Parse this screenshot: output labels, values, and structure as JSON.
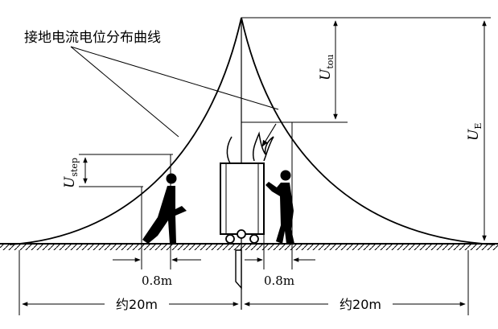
{
  "title_label": "接地电流电位分布曲线",
  "labels": {
    "u_tou_main": "U",
    "u_tou_sub": "tou",
    "u_e_main": "U",
    "u_e_sub": "E",
    "u_step_main": "U",
    "u_step_sub": "step",
    "step_left": "0.8m",
    "step_right": "0.8m",
    "dist_left": "约20m",
    "dist_right": "约20m"
  },
  "colors": {
    "ink": "#000000",
    "ground_fill": "#ffffff"
  },
  "icons": [
    "walking-person-icon",
    "touching-person-icon",
    "electrical-equipment-icon",
    "lightning-arc-icon",
    "grounding-electrode-icon"
  ]
}
